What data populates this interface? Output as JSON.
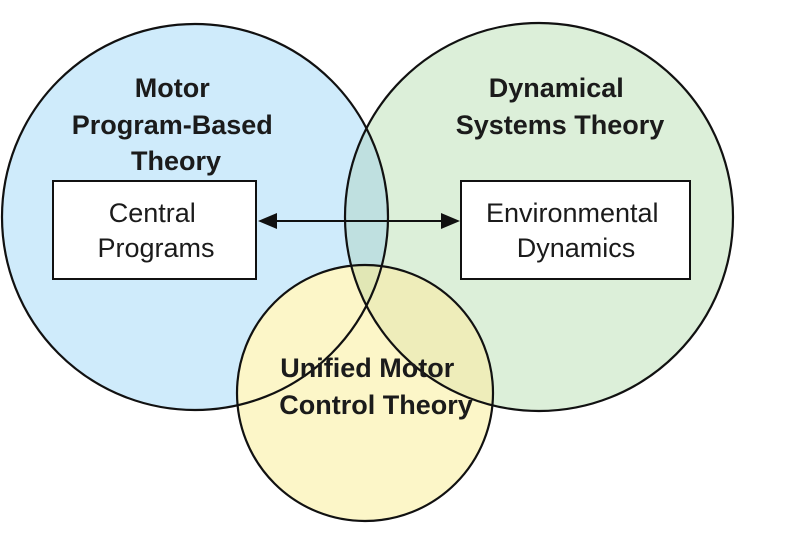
{
  "diagram": {
    "type": "venn",
    "sets": [
      {
        "id": "motor_program",
        "title_lines": [
          "Motor",
          "Program-Based",
          "Theory"
        ],
        "fill": "#cfebfb",
        "box": {
          "lines": [
            "Central",
            "Programs"
          ]
        }
      },
      {
        "id": "dynamical_systems",
        "title_lines": [
          "Dynamical",
          "Systems Theory"
        ],
        "fill": "#dcefd9",
        "box": {
          "lines": [
            "Environmental",
            "Dynamics"
          ]
        }
      },
      {
        "id": "unified",
        "title_lines": [
          "Unified Motor",
          "Control Theory"
        ],
        "fill": "#fcf6c8"
      }
    ],
    "overlap_colors": {
      "motor_dynamical": "#bfe0e0",
      "motor_unified": "#f6f1c4",
      "dynamical_unified": "#eeedba",
      "all_three": "#e1e7b5"
    },
    "connector": {
      "from": "Central Programs",
      "to": "Environmental Dynamics",
      "style": "double-headed-arrow"
    },
    "stroke_color": "#111111"
  }
}
